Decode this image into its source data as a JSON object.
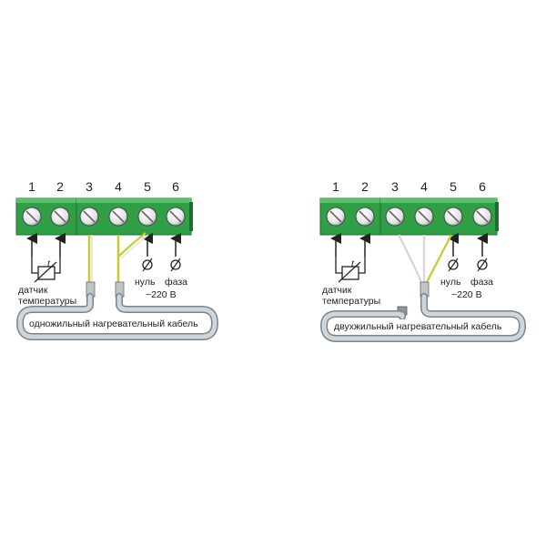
{
  "colors": {
    "block_green": "#2f9e47",
    "block_edge": "#1f6e31",
    "screw_face": "#f2f2f2",
    "wire_yellow_green": "#c8cc3a",
    "wire_white": "#e6e6e6",
    "cable_gray": "#cfd6db",
    "line_dark": "#333333"
  },
  "diagrams": [
    {
      "terminal_numbers": [
        "1",
        "2",
        "3",
        "4",
        "5",
        "6"
      ],
      "sensor_label_line1": "датчик",
      "sensor_label_line2": "температуры",
      "neutral_label": "нуль",
      "phase_label": "фаза",
      "voltage_label": "~220 В",
      "cable_label": "одножильный нагревательный кабель",
      "sensor_symbol": "t"
    },
    {
      "terminal_numbers": [
        "1",
        "2",
        "3",
        "4",
        "5",
        "6"
      ],
      "sensor_label_line1": "датчик",
      "sensor_label_line2": "температуры",
      "neutral_label": "нуль",
      "phase_label": "фаза",
      "voltage_label": "~220 В",
      "cable_label": "двухжильный нагревательный кабель",
      "sensor_symbol": "t"
    }
  ]
}
